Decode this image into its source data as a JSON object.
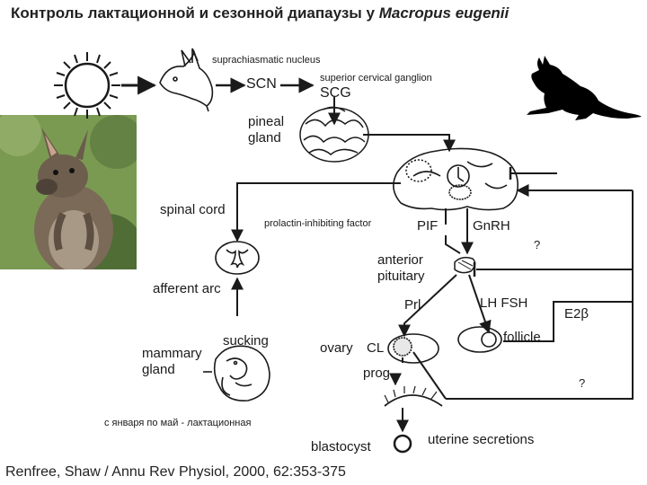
{
  "title_prefix": "Контроль лактационной и сезонной диапаузы у ",
  "title_species": "Macropus eugenii",
  "labels": {
    "suprachiasmatic": "suprachiasmatic nucleus",
    "scn": "SCN",
    "superior_cervical": "superior cervical ganglion",
    "scg": "SCG",
    "pineal_1": "pineal",
    "pineal_2": "gland",
    "spinal_cord": "spinal cord",
    "pif_full": "prolactin-inhibiting factor",
    "pif": "PIF",
    "gnrh": "Gn",
    "gnrh_rh": "RH",
    "question_1": "?",
    "anterior_1": "anterior",
    "anterior_2": "pituitary",
    "afferent": "afferent arc",
    "prl": "Prl",
    "lh_fsh": "LH FSH",
    "e2": "E2β",
    "suckling": "sucking",
    "mammary_1": "mammary",
    "mammary_2": "gland",
    "ovary": "ovary",
    "cl": "CL",
    "follicle": "follicle",
    "prog": "prog",
    "question_2": "?",
    "season_note": "с января по май - лактационная",
    "blastocyst": "blastocyst",
    "uterine": "uterine secretions"
  },
  "citation": "Renfree, Shaw / Annu Rev Physiol, 2000, 62:353-375",
  "colors": {
    "line": "#1a1a1a",
    "kangaroo_silhouette": "#000000",
    "photo_bg": "#6f8f4a"
  },
  "icons": {
    "sun": "sun-icon",
    "wallaby_head": "wallaby-head-icon",
    "kangaroo": "kangaroo-silhouette",
    "brain": "brain-icon",
    "pineal": "pineal-gland-icon",
    "spinal": "spinal-cord-section-icon",
    "joey": "joey-in-pouch-icon"
  }
}
